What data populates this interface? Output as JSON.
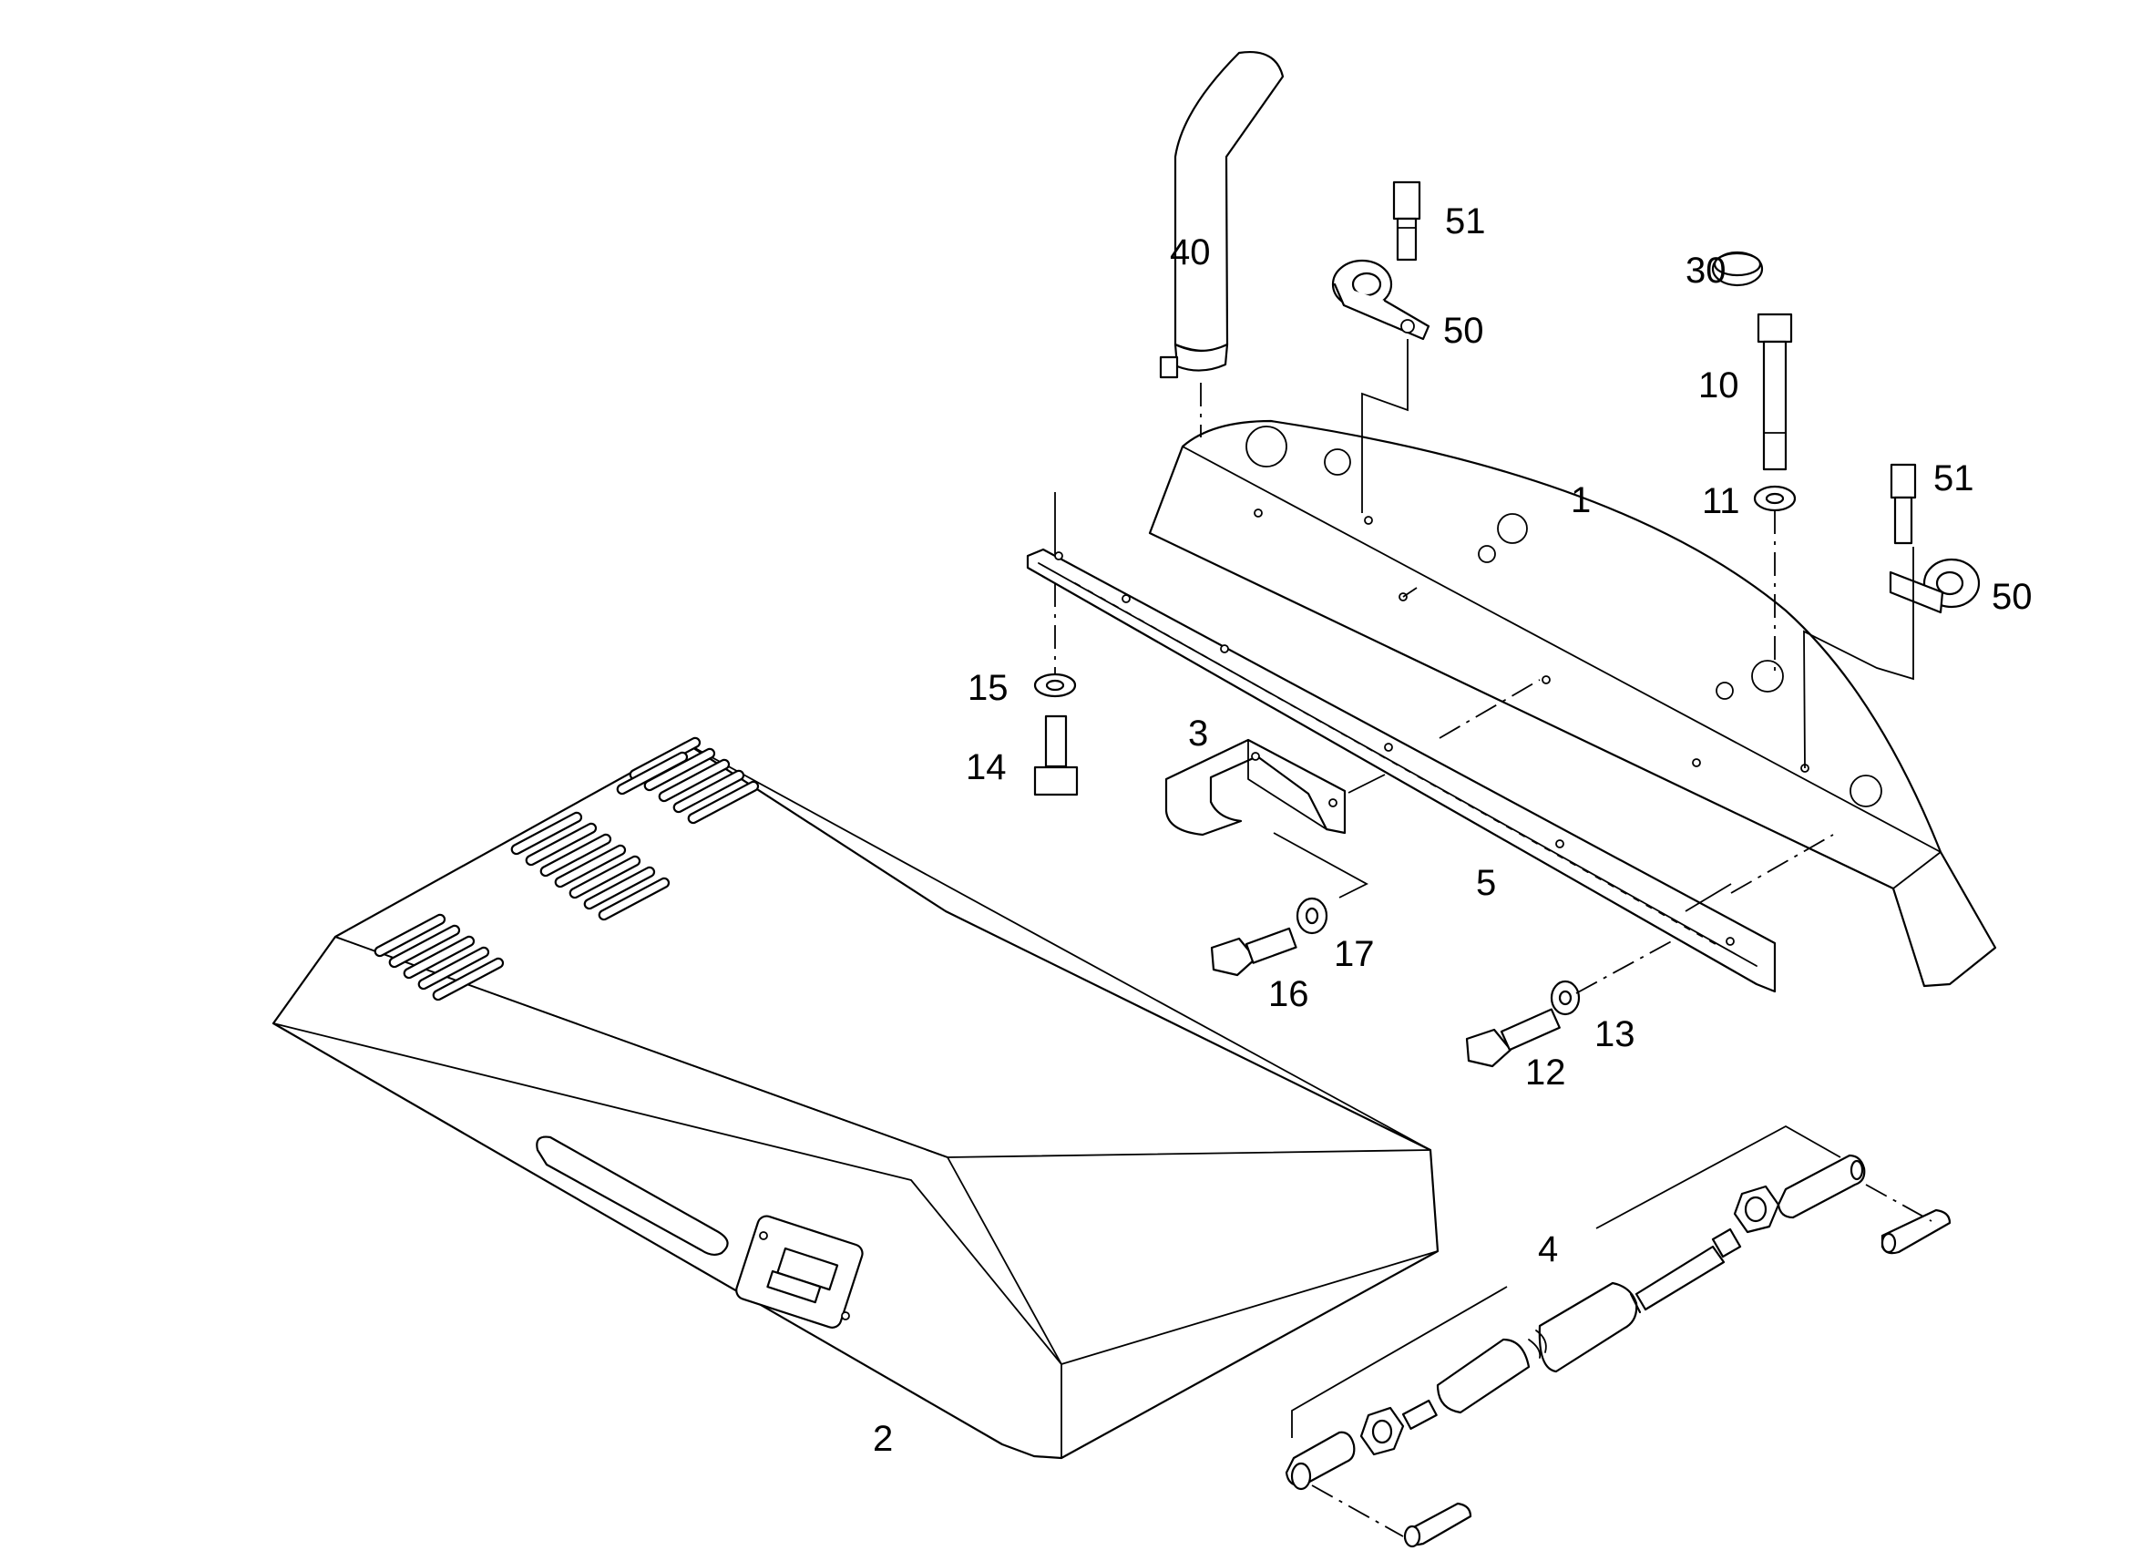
{
  "diagram": {
    "colors": {
      "line": "#000000",
      "background": "#ffffff"
    },
    "callouts": {
      "p1": "1",
      "p2": "2",
      "p3": "3",
      "p4": "4",
      "p5": "5",
      "p10": "10",
      "p11": "11",
      "p12": "12",
      "p13": "13",
      "p14": "14",
      "p15": "15",
      "p16": "16",
      "p17": "17",
      "p30": "30",
      "p40": "40",
      "p50a": "50",
      "p50b": "50",
      "p51a": "51",
      "p51b": "51"
    }
  }
}
